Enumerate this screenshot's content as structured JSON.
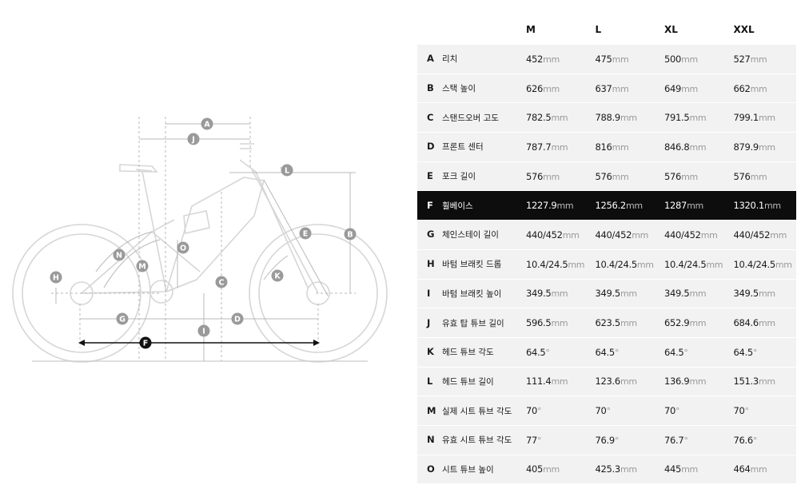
{
  "columns": [
    "M",
    "L",
    "XL",
    "XXL"
  ],
  "rows": [
    {
      "key": "A",
      "name": "리치",
      "values": [
        [
          "452",
          "mm"
        ],
        [
          "475",
          "mm"
        ],
        [
          "500",
          "mm"
        ],
        [
          "527",
          "mm"
        ]
      ]
    },
    {
      "key": "B",
      "name": "스택 높이",
      "values": [
        [
          "626",
          "mm"
        ],
        [
          "637",
          "mm"
        ],
        [
          "649",
          "mm"
        ],
        [
          "662",
          "mm"
        ]
      ]
    },
    {
      "key": "C",
      "name": "스탠드오버 고도",
      "values": [
        [
          "782.5",
          "mm"
        ],
        [
          "788.9",
          "mm"
        ],
        [
          "791.5",
          "mm"
        ],
        [
          "799.1",
          "mm"
        ]
      ]
    },
    {
      "key": "D",
      "name": "프론트 센터",
      "values": [
        [
          "787.7",
          "mm"
        ],
        [
          "816",
          "mm"
        ],
        [
          "846.8",
          "mm"
        ],
        [
          "879.9",
          "mm"
        ]
      ]
    },
    {
      "key": "E",
      "name": "포크 길이",
      "values": [
        [
          "576",
          "mm"
        ],
        [
          "576",
          "mm"
        ],
        [
          "576",
          "mm"
        ],
        [
          "576",
          "mm"
        ]
      ]
    },
    {
      "key": "F",
      "name": "휠베이스",
      "highlight": true,
      "values": [
        [
          "1227.9",
          "mm"
        ],
        [
          "1256.2",
          "mm"
        ],
        [
          "1287",
          "mm"
        ],
        [
          "1320.1",
          "mm"
        ]
      ]
    },
    {
      "key": "G",
      "name": "체인스테이 길이",
      "values": [
        [
          "440/452",
          "mm"
        ],
        [
          "440/452",
          "mm"
        ],
        [
          "440/452",
          "mm"
        ],
        [
          "440/452",
          "mm"
        ]
      ]
    },
    {
      "key": "H",
      "name": "바텀 브래킷 드롭",
      "values": [
        [
          "10.4/24.5",
          "mm"
        ],
        [
          "10.4/24.5",
          "mm"
        ],
        [
          "10.4/24.5",
          "mm"
        ],
        [
          "10.4/24.5",
          "mm"
        ]
      ]
    },
    {
      "key": "I",
      "name": "바텀 브래킷 높이",
      "values": [
        [
          "349.5",
          "mm"
        ],
        [
          "349.5",
          "mm"
        ],
        [
          "349.5",
          "mm"
        ],
        [
          "349.5",
          "mm"
        ]
      ]
    },
    {
      "key": "J",
      "name": "유효 탑 튜브 길이",
      "values": [
        [
          "596.5",
          "mm"
        ],
        [
          "623.5",
          "mm"
        ],
        [
          "652.9",
          "mm"
        ],
        [
          "684.6",
          "mm"
        ]
      ]
    },
    {
      "key": "K",
      "name": "헤드 튜브 각도",
      "values": [
        [
          "64.5",
          "°"
        ],
        [
          "64.5",
          "°"
        ],
        [
          "64.5",
          "°"
        ],
        [
          "64.5",
          "°"
        ]
      ]
    },
    {
      "key": "L",
      "name": "헤드 튜브 길이",
      "values": [
        [
          "111.4",
          "mm"
        ],
        [
          "123.6",
          "mm"
        ],
        [
          "136.9",
          "mm"
        ],
        [
          "151.3",
          "mm"
        ]
      ]
    },
    {
      "key": "M",
      "name": "실제 시트 튜브 각도",
      "values": [
        [
          "70",
          "°"
        ],
        [
          "70",
          "°"
        ],
        [
          "70",
          "°"
        ],
        [
          "70",
          "°"
        ]
      ]
    },
    {
      "key": "N",
      "name": "유효 시트 튜브 각도",
      "values": [
        [
          "77",
          "°"
        ],
        [
          "76.9",
          "°"
        ],
        [
          "76.7",
          "°"
        ],
        [
          "76.6",
          "°"
        ]
      ]
    },
    {
      "key": "O",
      "name": "시트 튜브 높이",
      "values": [
        [
          "405",
          "mm"
        ],
        [
          "425.3",
          "mm"
        ],
        [
          "445",
          "mm"
        ],
        [
          "464",
          "mm"
        ]
      ]
    }
  ],
  "diagram_labels": [
    "A",
    "J",
    "L",
    "B",
    "E",
    "O",
    "N",
    "M",
    "C",
    "K",
    "H",
    "G",
    "I",
    "D",
    "F"
  ],
  "colors": {
    "highlight_bg": "#0d0d0d",
    "row_bg": "#f2f2f2",
    "unit": "#999999",
    "diagram_line": "#d0d0d0",
    "marker": "#9a9a9a"
  }
}
